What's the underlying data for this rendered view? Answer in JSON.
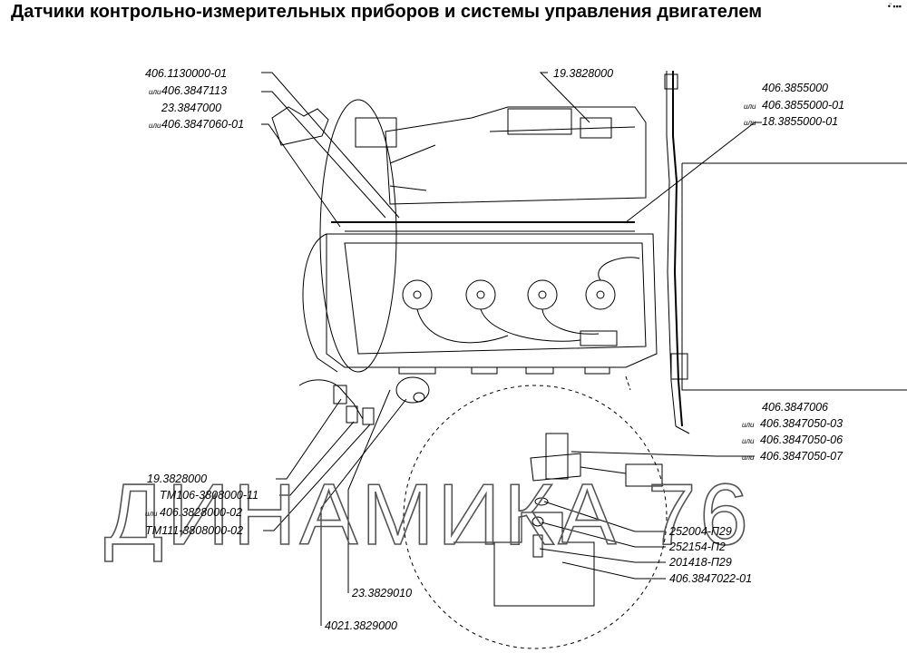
{
  "title": "Датчики контрольно-измерительных приборов и системы управления двигателем",
  "corner_mark": "•̈ ▪▪▪",
  "watermark": "ДИНАМИКА 76",
  "ili": "или",
  "labels": {
    "l1": "406.1130000-01",
    "l2": "406.3847113",
    "l3": "23.3847000",
    "l4": "406.3847060-01",
    "l5": "19.3828000",
    "l6": "406.3855000",
    "l7": "406.3855000-01",
    "l8": "18.3855000-01",
    "l9": "406.3847006",
    "l10": "406.3847050-03",
    "l11": "406.3847050-06",
    "l12": "406.3847050-07",
    "l13": "19.3828000",
    "l14": "ТМ106-3808000-11",
    "l15": "406.3828000-02",
    "l16": "ТМ111-3808000-02",
    "l17": "252004-П29",
    "l18": "252154-П2",
    "l19": "201418-П29",
    "l20": "406.3847022-01",
    "l21": "23.3829010",
    "l22": "4021.3829000"
  }
}
